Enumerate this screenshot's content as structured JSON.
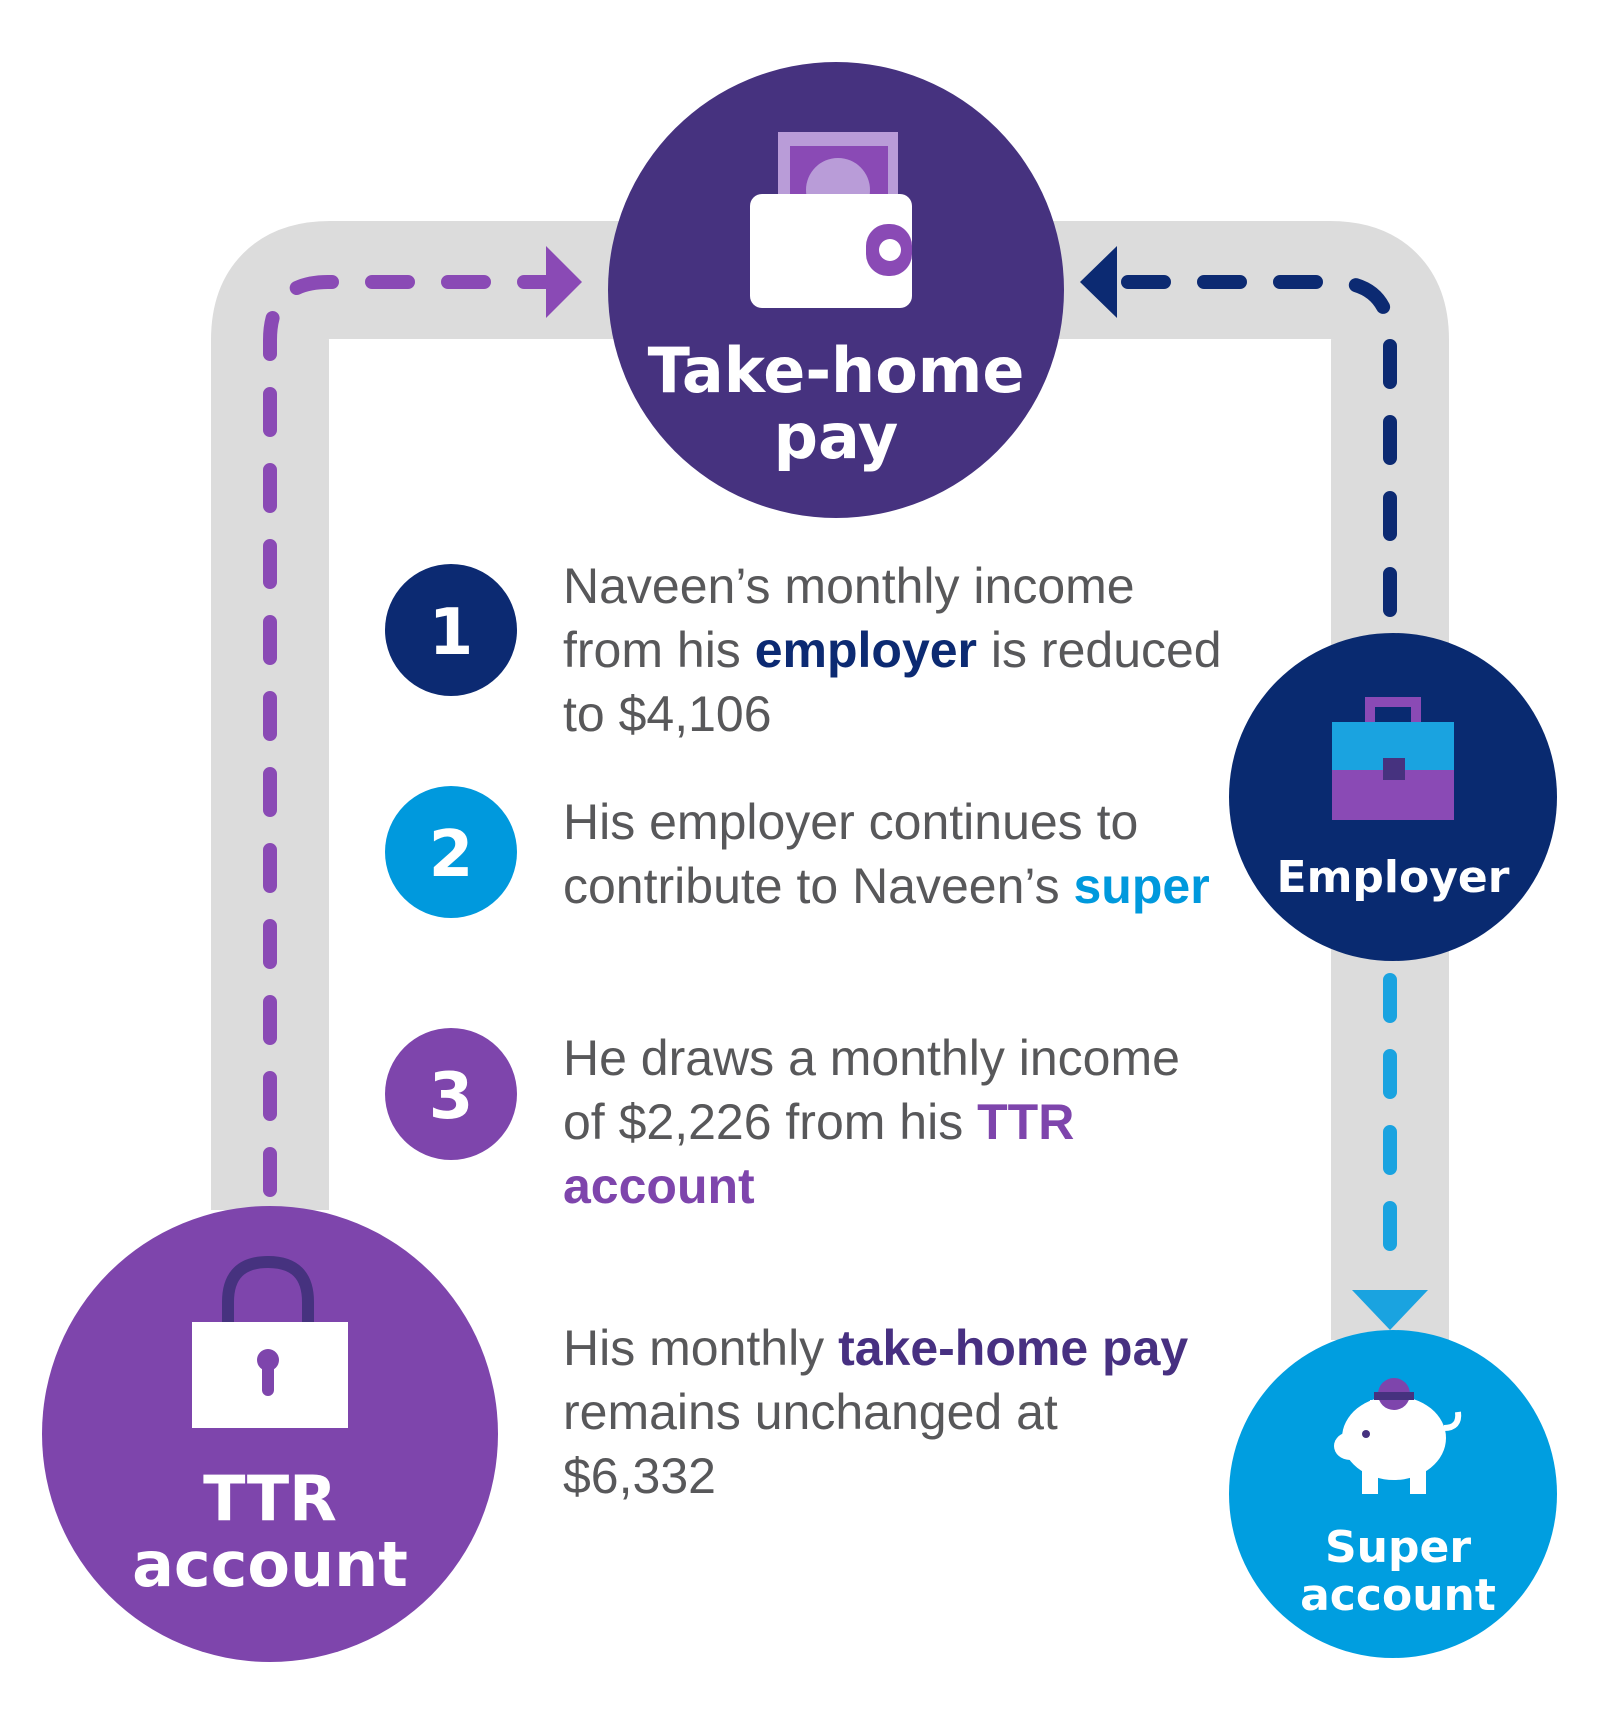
{
  "nodes": {
    "take_home": {
      "line1": "Take-home",
      "line2": "pay",
      "color": "#46327f"
    },
    "employer": {
      "label": "Employer",
      "color": "#092a70"
    },
    "ttr": {
      "line1": "TTR",
      "line2": "account",
      "color": "#7e45ac"
    },
    "super": {
      "line1": "Super",
      "line2": "account",
      "color": "#009ee0"
    }
  },
  "steps": [
    {
      "number": "1",
      "color": "#0c2a72",
      "parts": [
        "Naveen’s monthly income from his ",
        "employer",
        " is reduced to $4,106"
      ]
    },
    {
      "number": "2",
      "color": "#0099dd",
      "parts": [
        "His employer continues to contribute to Naveen’s ",
        "super"
      ]
    },
    {
      "number": "3",
      "color": "#7e45ac",
      "parts": [
        "He draws a monthly income of $2,226 from his ",
        "TTR account"
      ]
    }
  ],
  "summary": {
    "parts": [
      "His monthly ",
      "take-home pay",
      " remains unchanged at $6,332"
    ]
  },
  "colors": {
    "track": "#dcdcdc",
    "purple_arrow": "#8a4ab5",
    "navy_arrow": "#0c2a72",
    "blue_arrow": "#1aa3e0",
    "icon_light_purple": "#b99cd8"
  }
}
